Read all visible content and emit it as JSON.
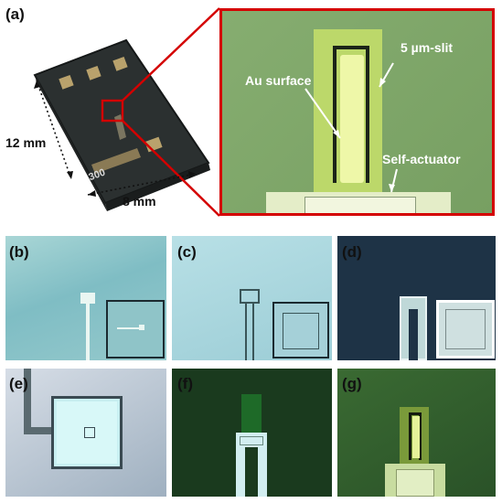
{
  "panel_labels": {
    "a": "(a)",
    "b": "(b)",
    "c": "(c)",
    "d": "(d)",
    "e": "(e)",
    "f": "(f)",
    "g": "(g)"
  },
  "annotations": {
    "au_surface": "Au surface",
    "slit": "5 µm-slit",
    "self_actuator": "Self-actuator"
  },
  "dimensions": {
    "height": "12 mm",
    "width": "8 mm"
  },
  "chip_marking": "300",
  "colors": {
    "callout_red": "#d40000",
    "green_field": "#7fa86a",
    "blue_field": "#8fc4c8",
    "dark_field": "#1e3346",
    "chip_body": "#2b3030",
    "gold_pad": "#b9a26c"
  }
}
